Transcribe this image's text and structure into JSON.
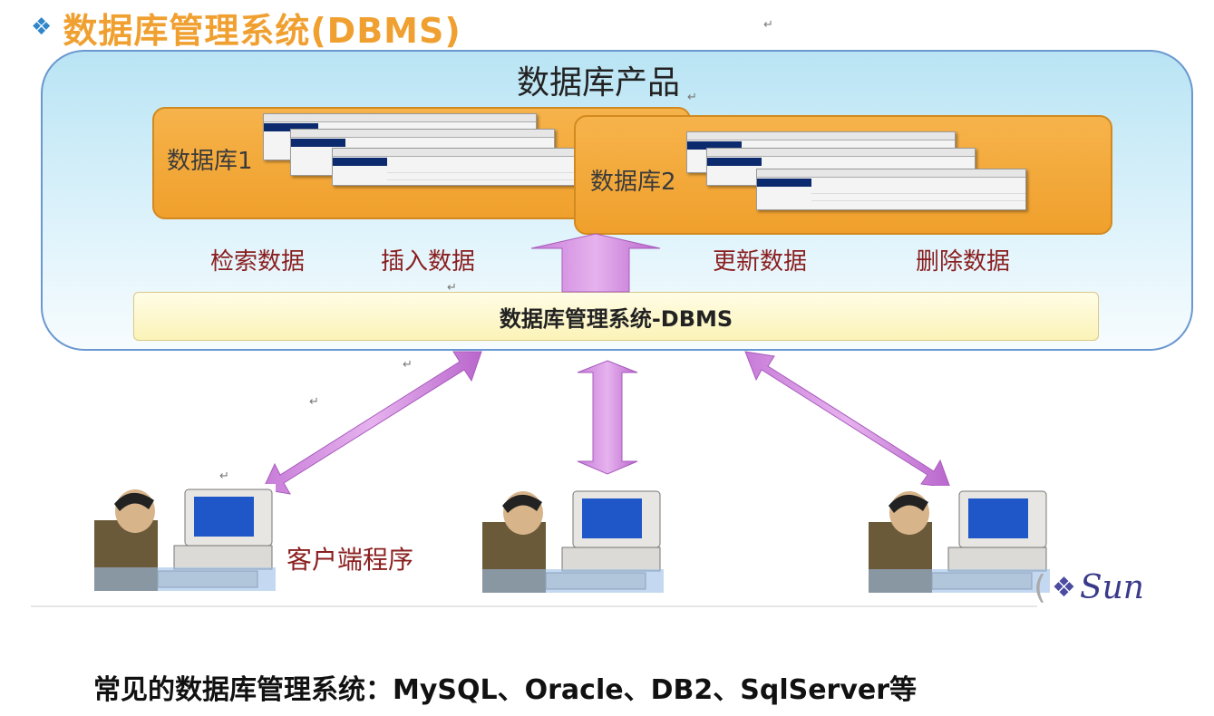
{
  "slide": {
    "bullet": "❖",
    "title": "数据库管理系统(DBMS)",
    "product_box_title": "数据库产品",
    "databases": [
      {
        "label": "数据库1"
      },
      {
        "label": "数据库2"
      }
    ],
    "operations": {
      "retrieve": "检索数据",
      "insert": "插入数据",
      "update": "更新数据",
      "delete": "删除数据"
    },
    "dbms_bar": "数据库管理系统-DBMS",
    "client_label": "客户端程序",
    "logo_text": "Sun",
    "footer": "常见的数据库管理系统：MySQL、Oracle、DB2、SqlServer等"
  },
  "colors": {
    "title": "#f0a030",
    "bullet": "#2f86c9",
    "database_box": "#f0a02c",
    "operation_text": "#8a1f1f",
    "arrow": "#d48fe0",
    "dbms_bar": "#fbf3b8",
    "product_box": "#cdeef8"
  }
}
